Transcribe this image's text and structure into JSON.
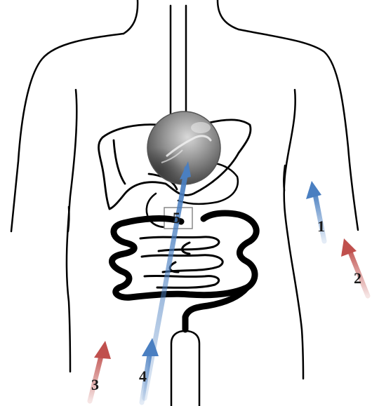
{
  "labels": {
    "l1": "1",
    "l2": "2",
    "l3": "3",
    "l4": "4",
    "l5": "5"
  },
  "arrows": [
    {
      "label": "1",
      "color": "#4a7fc1"
    },
    {
      "label": "2",
      "color": "#c0504d"
    },
    {
      "label": "3",
      "color": "#c0504d"
    },
    {
      "label": "4",
      "color": "#4a7fc1"
    },
    {
      "label": "5",
      "color": "#4a7fc1"
    }
  ],
  "colors": {
    "blue_arrow": "#4a7fc1",
    "red_arrow": "#c0504d",
    "outline": "#000000"
  }
}
